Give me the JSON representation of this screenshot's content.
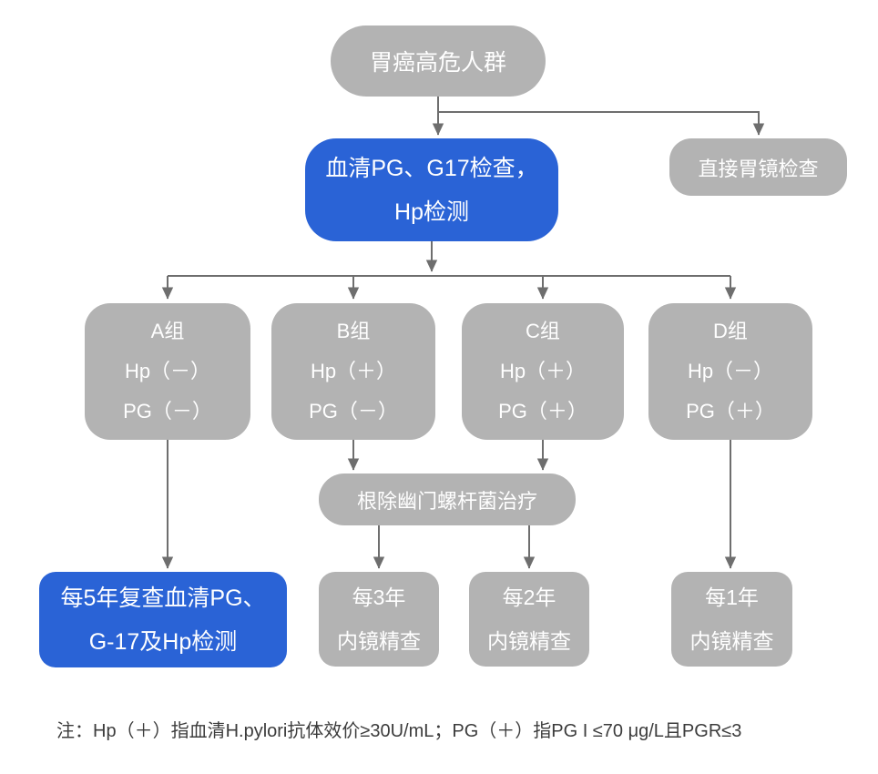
{
  "flowchart": {
    "nodes": {
      "high_risk": {
        "label": "胃癌高危人群"
      },
      "serum_test": {
        "line1": "血清PG、G17检查，",
        "line2": "Hp检测"
      },
      "direct_gastroscopy": {
        "label": "直接胃镜检查"
      },
      "group_a": {
        "name": "A组",
        "hp": "Hp（－）",
        "pg": "PG（－）"
      },
      "group_b": {
        "name": "B组",
        "hp": "Hp（＋）",
        "pg": "PG（－）"
      },
      "group_c": {
        "name": "C组",
        "hp": "Hp（＋）",
        "pg": "PG（＋）"
      },
      "group_d": {
        "name": "D组",
        "hp": "Hp（－）",
        "pg": "PG（＋）"
      },
      "eradication": {
        "label": "根除幽门螺杆菌治疗"
      },
      "followup_5y": {
        "line1": "每5年复查血清PG、",
        "line2": "G-17及Hp检测"
      },
      "followup_3y": {
        "line1": "每3年",
        "line2": "内镜精查"
      },
      "followup_2y": {
        "line1": "每2年",
        "line2": "内镜精查"
      },
      "followup_1y": {
        "line1": "每1年",
        "line2": "内镜精查"
      }
    },
    "note": "注：Hp（＋）指血清H.pylori抗体效价≥30U/mL；PG（＋）指PG I ≤70 μg/L且PGR≤3",
    "colors": {
      "page_bg": "#ffffff",
      "node_gray": "#b3b3b3",
      "node_blue": "#2a63d6",
      "node_text": "#ffffff",
      "connector": "#6e6e6e",
      "note_text": "#3c3c3c"
    }
  }
}
